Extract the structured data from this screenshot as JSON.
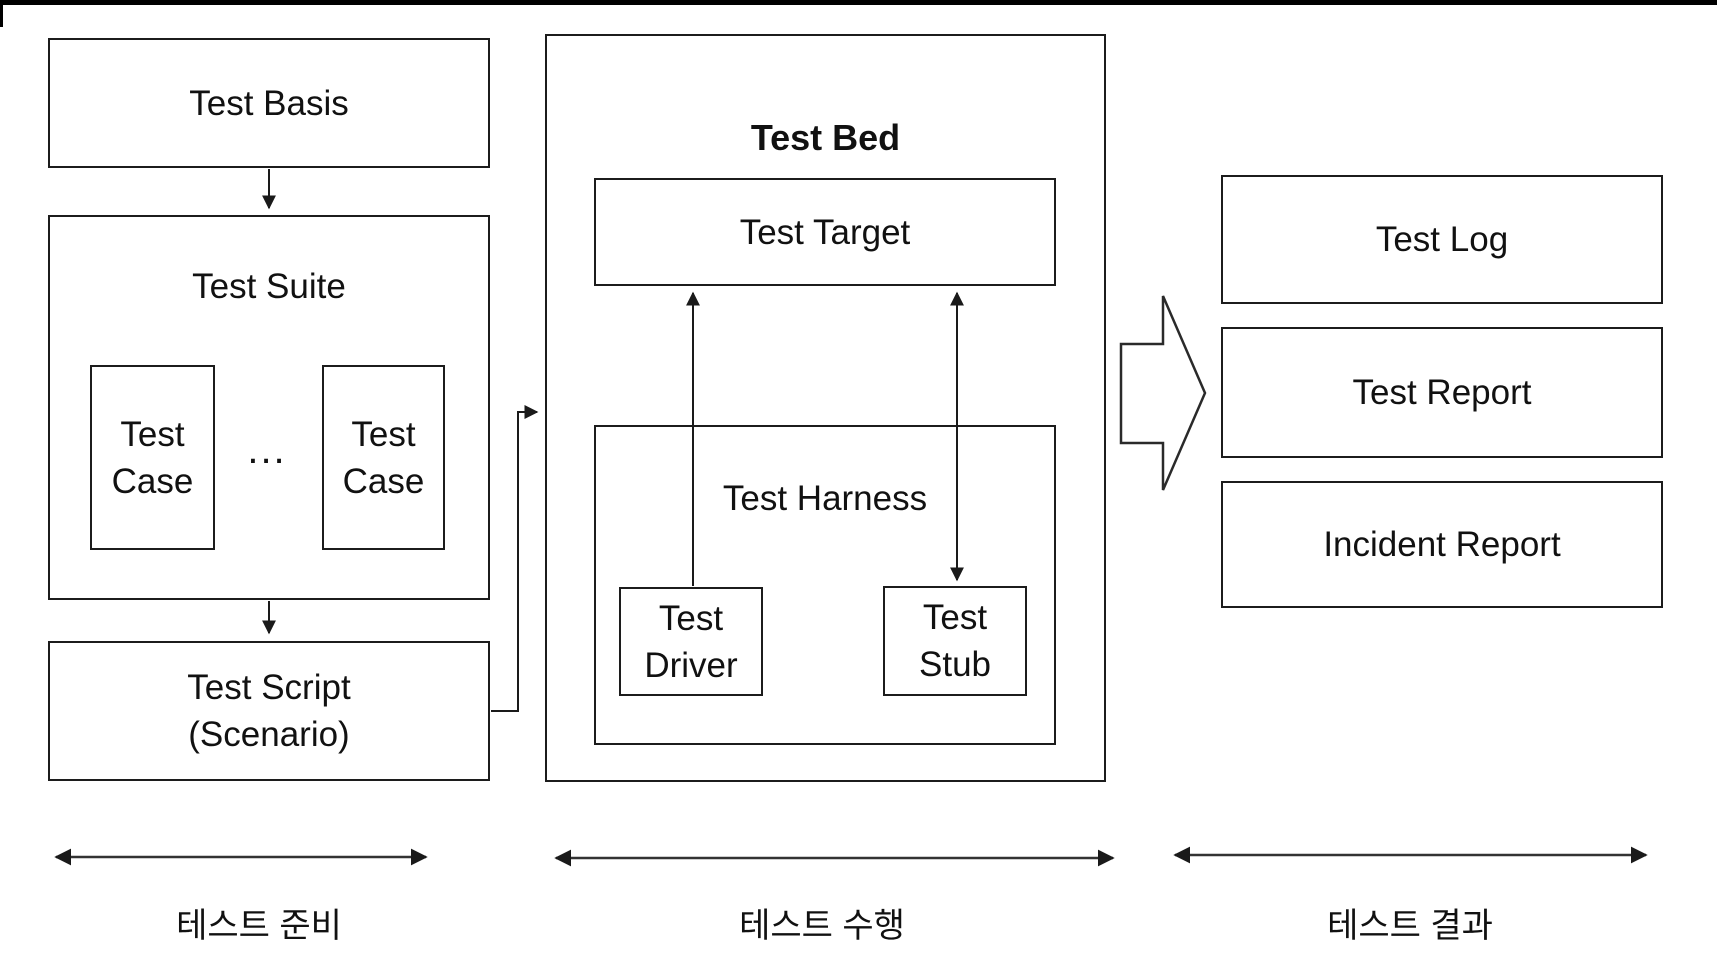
{
  "diagram": {
    "title_hint": "software test process diagram",
    "line_color": "#1a1a1a",
    "background": "#ffffff",
    "test_basis": {
      "label": "Test Basis"
    },
    "test_suite": {
      "label": "Test Suite"
    },
    "test_case": {
      "line1": "Test",
      "line2": "Case"
    },
    "ellipsis": "...",
    "test_script": {
      "line1": "Test Script",
      "line2": "(Scenario)"
    },
    "test_bed": {
      "label": "Test Bed"
    },
    "test_target": {
      "label": "Test Target"
    },
    "test_harness": {
      "label": "Test Harness"
    },
    "test_driver": {
      "line1": "Test",
      "line2": "Driver"
    },
    "test_stub": {
      "line1": "Test",
      "line2": "Stub"
    },
    "test_log": {
      "label": "Test Log"
    },
    "test_report": {
      "label": "Test Report"
    },
    "incident_report": {
      "label": "Incident Report"
    },
    "phases": {
      "prepare": "테스트 준비",
      "execute": "테스트 수행",
      "result": "테스트 결과"
    }
  }
}
